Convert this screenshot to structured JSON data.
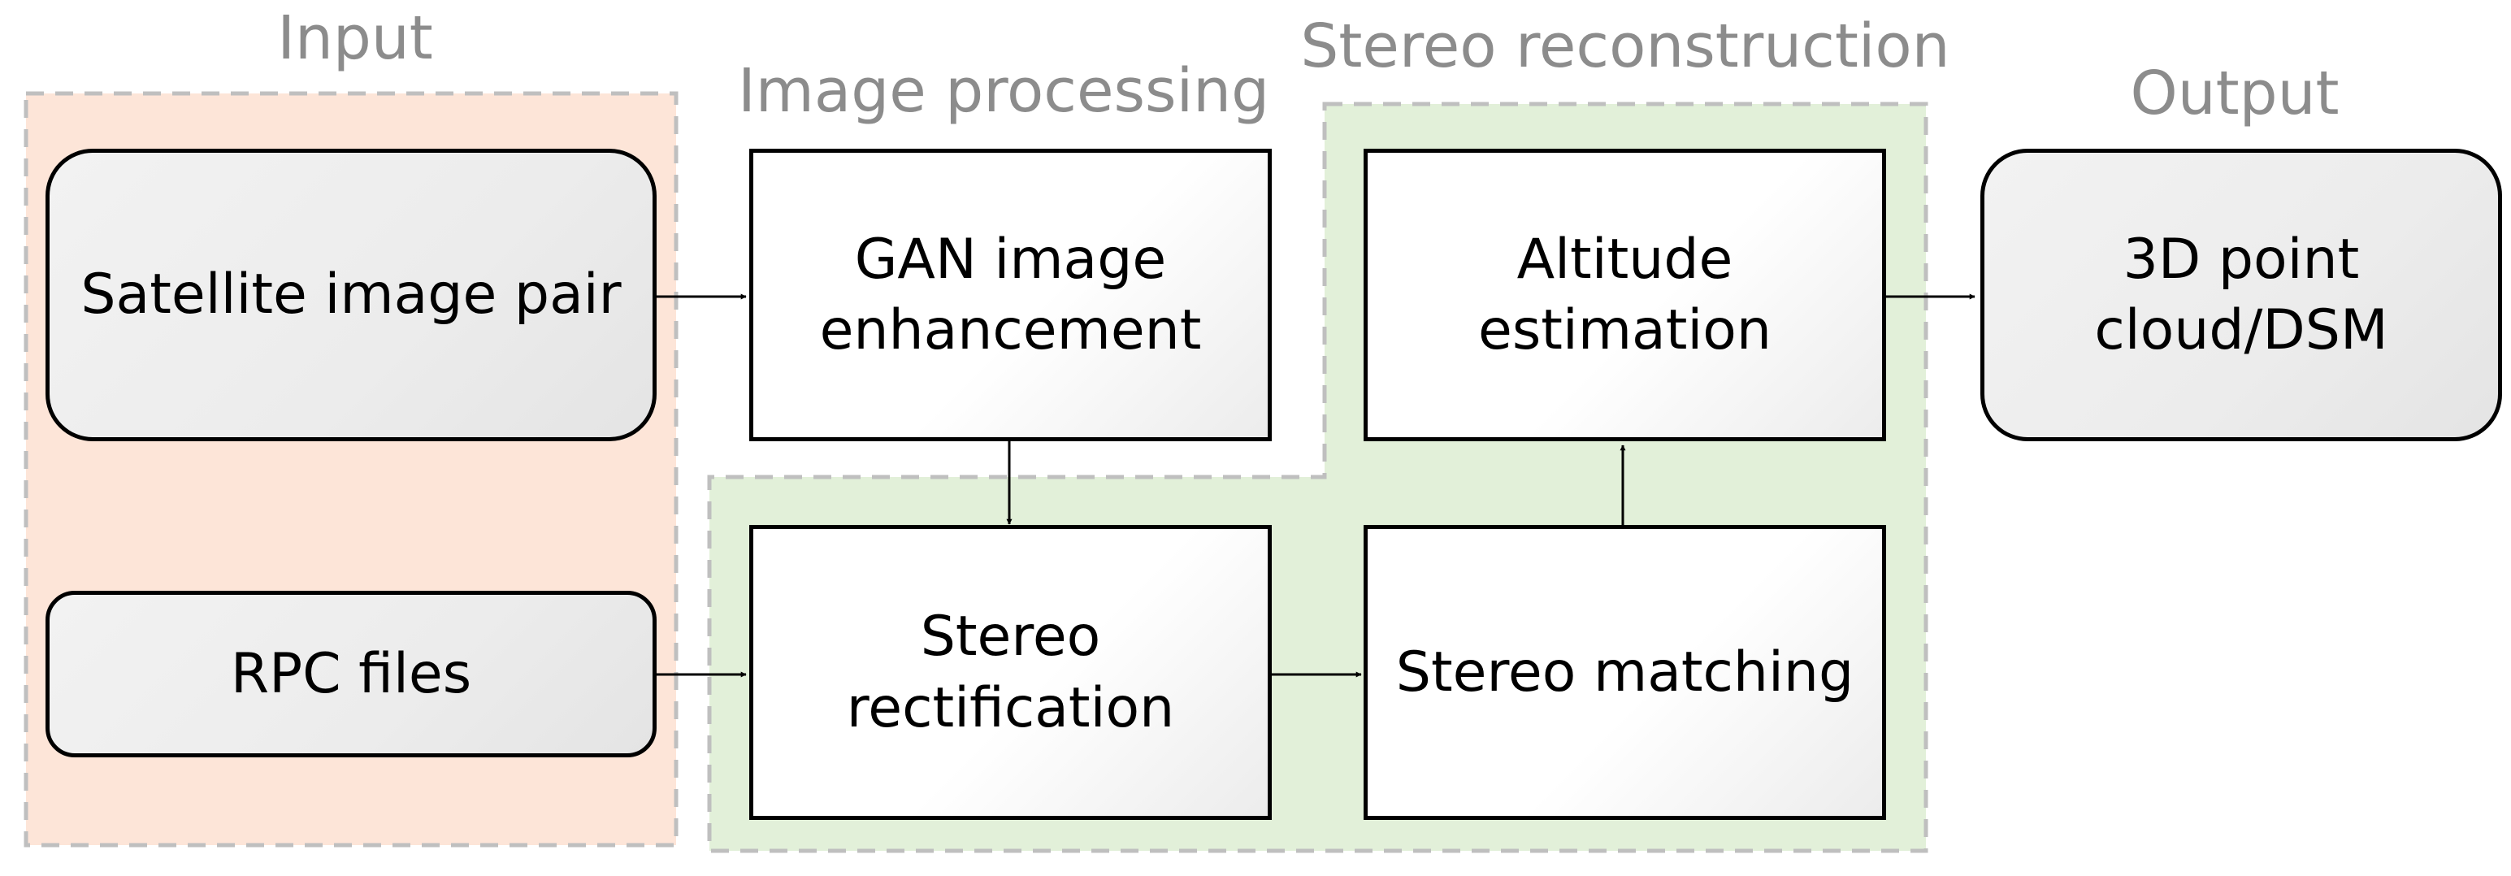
{
  "diagram": {
    "groups": {
      "input": {
        "label": "Input",
        "fill": "#fde5d8",
        "stroke": "#bfbfbf"
      },
      "image_processing": {
        "label": "Image processing"
      },
      "stereo_reconstruction": {
        "label": "Stereo reconstruction",
        "fill": "#e2f0d9",
        "stroke": "#bfbfbf"
      },
      "output": {
        "label": "Output"
      }
    },
    "nodes": {
      "satellite_pair": {
        "label": "Satellite image pair"
      },
      "rpc_files": {
        "label": "RPC files"
      },
      "gan_enhancement": {
        "label": "GAN image enhancement"
      },
      "stereo_rectification": {
        "label": "Stereo rectification"
      },
      "stereo_matching": {
        "label": "Stereo matching"
      },
      "altitude_estimation": {
        "label": "Altitude estimation"
      },
      "point_cloud_dsm": {
        "label": "3D point cloud/DSM"
      }
    },
    "edges": [
      {
        "from": "satellite_pair",
        "to": "gan_enhancement"
      },
      {
        "from": "rpc_files",
        "to": "stereo_rectification"
      },
      {
        "from": "gan_enhancement",
        "to": "stereo_rectification"
      },
      {
        "from": "stereo_rectification",
        "to": "stereo_matching"
      },
      {
        "from": "stereo_matching",
        "to": "altitude_estimation"
      },
      {
        "from": "altitude_estimation",
        "to": "point_cloud_dsm"
      }
    ]
  }
}
